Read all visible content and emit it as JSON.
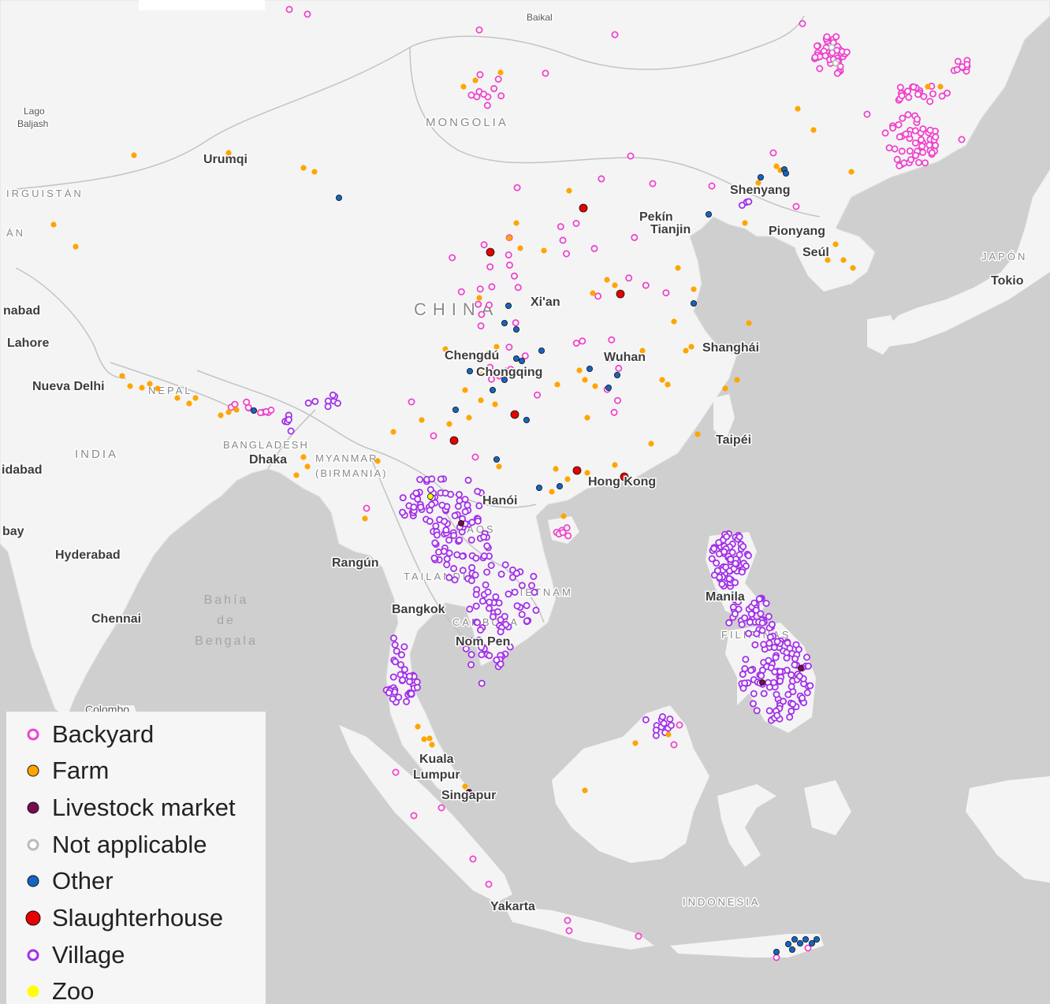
{
  "places": [
    {
      "key": "baikal",
      "text": "Baikal"
    },
    {
      "key": "lago_baljash",
      "text": "Lago Baljash"
    },
    {
      "key": "mongolia",
      "text": "MONGOLIA"
    },
    {
      "key": "urumqi",
      "text": "Urumqi"
    },
    {
      "key": "kirguistan",
      "text": "IRGUISTÁN"
    },
    {
      "key": "an",
      "text": "ÁN"
    },
    {
      "key": "shenyang",
      "text": "Shenyang"
    },
    {
      "key": "pekin",
      "text": "Pekín"
    },
    {
      "key": "tianjin",
      "text": "Tianjin"
    },
    {
      "key": "pionyang",
      "text": "Pionyang"
    },
    {
      "key": "seul",
      "text": "Seúl"
    },
    {
      "key": "japon",
      "text": "JAPÓN"
    },
    {
      "key": "tokio",
      "text": "Tokio"
    },
    {
      "key": "abad",
      "text": "nabad"
    },
    {
      "key": "lahore",
      "text": "Lahore"
    },
    {
      "key": "china",
      "text": "CHINA"
    },
    {
      "key": "xian",
      "text": "Xi'an"
    },
    {
      "key": "chengdu",
      "text": "Chengdú"
    },
    {
      "key": "chongqing",
      "text": "Chongqing"
    },
    {
      "key": "wuhan",
      "text": "Wuhan"
    },
    {
      "key": "shanghai",
      "text": "Shanghái"
    },
    {
      "key": "nueva_delhi",
      "text": "Nueva Delhi"
    },
    {
      "key": "nepal",
      "text": "NEPAL"
    },
    {
      "key": "taipei",
      "text": "Taipéi"
    },
    {
      "key": "india",
      "text": "INDIA"
    },
    {
      "key": "bangladesh",
      "text": "BANGLADESH"
    },
    {
      "key": "dhaka",
      "text": "Dhaka"
    },
    {
      "key": "myanmar",
      "text": "MYANMAR (BIRMANIA)"
    },
    {
      "key": "idabad",
      "text": "idabad"
    },
    {
      "key": "hong_kong",
      "text": "Hong Kong"
    },
    {
      "key": "hanoi",
      "text": "Hanói"
    },
    {
      "key": "bay",
      "text": "bay"
    },
    {
      "key": "laos",
      "text": "LAOS"
    },
    {
      "key": "hyderabad",
      "text": "Hyderabad"
    },
    {
      "key": "rangun",
      "text": "Rangún"
    },
    {
      "key": "tailandia",
      "text": "TAILANDIA"
    },
    {
      "key": "vietnam",
      "text": "VIETNAM"
    },
    {
      "key": "bahia",
      "text": "Bahía de Bengala"
    },
    {
      "key": "bangkok",
      "text": "Bangkok"
    },
    {
      "key": "chennai",
      "text": "Chennai"
    },
    {
      "key": "manila",
      "text": "Manila"
    },
    {
      "key": "camboya",
      "text": "CAMBOYA"
    },
    {
      "key": "nom_pen",
      "text": "Nom Pen"
    },
    {
      "key": "filipinas",
      "text": "FILIPINAS"
    },
    {
      "key": "colombo",
      "text": "Colombo"
    },
    {
      "key": "kuala_lumpur",
      "text": "Kuala Lumpur"
    },
    {
      "key": "singapur",
      "text": "Singapur"
    },
    {
      "key": "yakarta",
      "text": "Yakarta"
    },
    {
      "key": "indonesia",
      "text": "INDONESIA"
    }
  ],
  "legend": {
    "items": [
      {
        "label": "Backyard",
        "color": "#ee44cc",
        "style": "ring"
      },
      {
        "label": "Farm",
        "color": "#ffa500",
        "style": "solid"
      },
      {
        "label": "Livestock market",
        "color": "#7a0a50",
        "style": "solid"
      },
      {
        "label": "Not applicable",
        "color": "#bbbbbb",
        "style": "ring"
      },
      {
        "label": "Other",
        "color": "#1565c0",
        "style": "solid"
      },
      {
        "label": "Slaughterhouse",
        "color": "#e60000",
        "style": "solid"
      },
      {
        "label": "Village",
        "color": "#a230e8",
        "style": "ring"
      },
      {
        "label": "Zoo",
        "color": "#ffff00",
        "style": "solid"
      }
    ]
  },
  "colors": {
    "land": "#f4f4f4",
    "water": "#cfcfcf",
    "border": "#c3c3c3"
  }
}
